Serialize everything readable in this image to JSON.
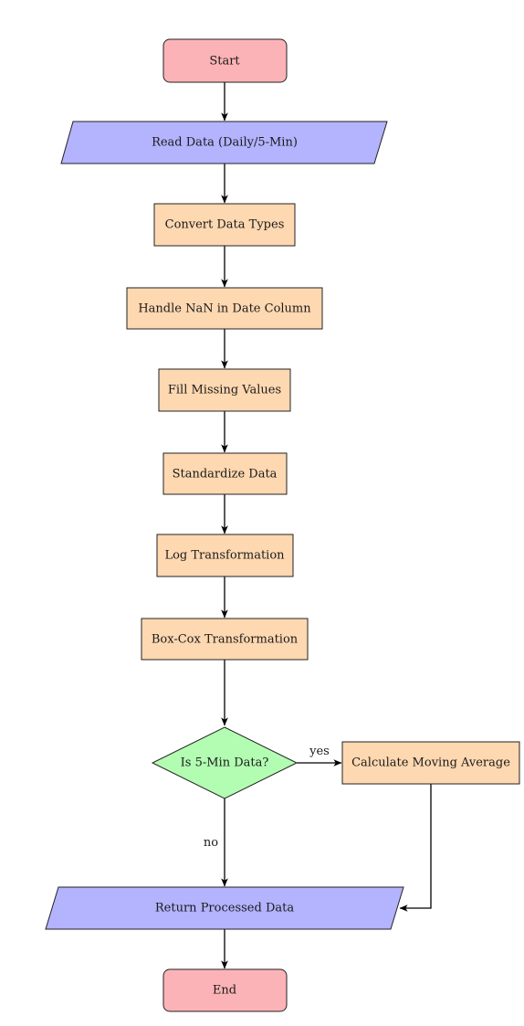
{
  "colors": {
    "terminal": "#fcb3b7",
    "io": "#b3b3fe",
    "process": "#fed8b1",
    "decision": "#b3fdb3",
    "line": "#000000"
  },
  "nodes": {
    "start": {
      "label": "Start",
      "shape": "terminal"
    },
    "read_data": {
      "label": "Read Data (Daily/5-Min)",
      "shape": "io"
    },
    "convert_types": {
      "label": "Convert Data Types",
      "shape": "process"
    },
    "handle_nan": {
      "label": "Handle NaN in Date Column",
      "shape": "process"
    },
    "fill_missing": {
      "label": "Fill Missing Values",
      "shape": "process"
    },
    "standardize": {
      "label": "Standardize Data",
      "shape": "process"
    },
    "log_transform": {
      "label": "Log Transformation",
      "shape": "process"
    },
    "boxcox": {
      "label": "Box-Cox Transformation",
      "shape": "process"
    },
    "is_5min": {
      "label": "Is 5-Min Data?",
      "shape": "decision"
    },
    "moving_avg": {
      "label": "Calculate Moving Average",
      "shape": "process"
    },
    "return_data": {
      "label": "Return Processed Data",
      "shape": "io"
    },
    "end": {
      "label": "End",
      "shape": "terminal"
    }
  },
  "edges": {
    "yes_label": "yes",
    "no_label": "no"
  }
}
